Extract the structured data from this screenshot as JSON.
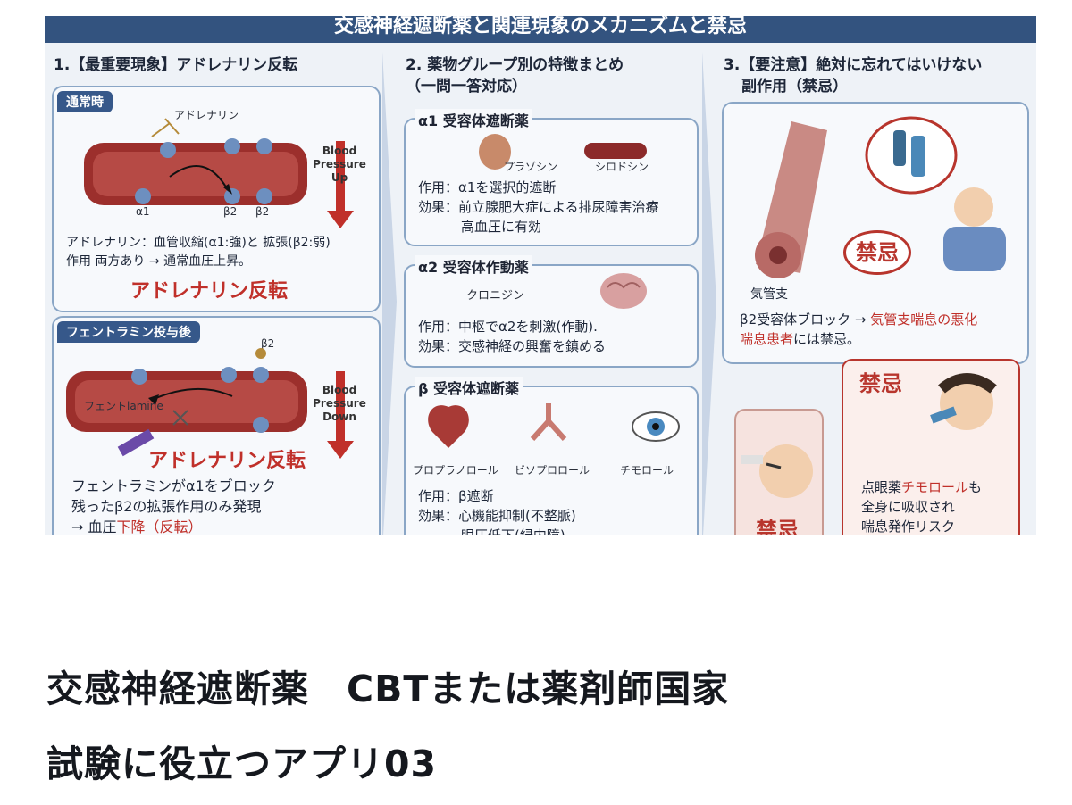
{
  "poster": {
    "banner_title": "交感神経遮断薬と関連現象のメカニズムと禁忌",
    "col1": {
      "heading": "1.【最重要現象】アドレナリン反転",
      "normal": {
        "tag": "通常時",
        "adrenaline_label": "アドレナリン",
        "alpha_label": "α1",
        "beta_label_1": "β2",
        "beta_label_2": "β2",
        "bp_label": "Blood Pressure Up",
        "desc_1": "アドレナリン：血管収縮(α1:強)と 拡張(β2:弱)",
        "desc_2": "作用 両方あり → 通常血圧上昇。",
        "result": "アドレナリン反転"
      },
      "after": {
        "tag": "フェントラミン投与後",
        "beta_label": "β2",
        "drug_label": "フェントlamine",
        "bp_label": "Blood Pressure Down",
        "result": "アドレナリン反転",
        "desc_1": "フェントラミンがα1をブロック",
        "desc_2": "残ったβ2の拡張作用のみ発現",
        "desc_3_pre": "→ 血圧",
        "desc_3_red": "下降（反転）"
      }
    },
    "col2": {
      "heading_1": "2. 薬物グループ別の特徴まとめ",
      "heading_2": "（一問一答対応）",
      "alpha1": {
        "title": "α1 受容体遮断薬",
        "drug_1": "プラゾシン",
        "drug_2": "シロドシン",
        "action": "作用：α1を選択的遮断",
        "effect_1": "効果：前立腺肥大症による排尿障害治療",
        "effect_2": "高血圧に有効"
      },
      "alpha2": {
        "title": "α2 受容体作動薬",
        "drug_1": "クロニジン",
        "action": "作用：中枢でα2を刺激(作動).",
        "effect_1": "効果：交感神経の興奮を鎮める"
      },
      "beta": {
        "title": "β 受容体遮断薬",
        "drug_1": "プロプラノロール",
        "drug_2": "ビソプロロール",
        "drug_3": "チモロール",
        "action": "作用：β遮断",
        "effect_1": "効果：心機能抑制(不整脈)",
        "effect_2": "眼圧低下(緑内障)"
      }
    },
    "col3": {
      "heading_1": "3.【要注意】絶対に忘れてはいけない",
      "heading_2": "副作用（禁忌）",
      "bronchus_label": "気管支",
      "kinki_1": "禁忌",
      "warn_1_a": "β2受容体ブロック → ",
      "warn_1_b": "気管支喘息の悪化",
      "warn_2_a": "喘息患者",
      "warn_2_b": "には禁忌。",
      "kinki_2": "禁忌",
      "kinki_3": "禁忌",
      "eye_1_a": "点眼薬",
      "eye_1_b": "チモロール",
      "eye_1_c": "も",
      "eye_2": "全身に吸収され",
      "eye_3": "喘息発作リスク"
    }
  },
  "caption": {
    "line_1": "交感神経遮断薬　CBTまたは薬剤師国家",
    "line_2": "試験に役立つアプリ03"
  }
}
